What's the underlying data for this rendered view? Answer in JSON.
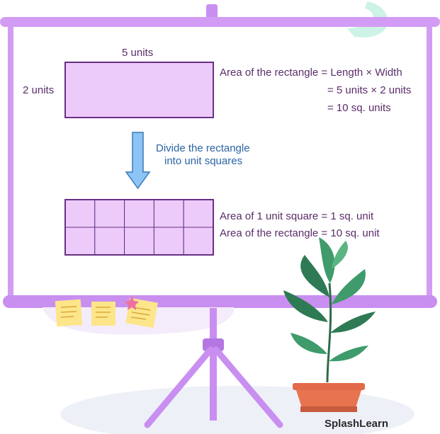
{
  "rect_top": {
    "width_label": "5 units",
    "height_label": "2 units"
  },
  "formula": {
    "line1": "Area of the rectangle = Length × Width",
    "line2": "= 5 units × 2 units",
    "line3": "= 10 sq. units"
  },
  "arrow_caption": {
    "line1": "Divide the rectangle",
    "line2": "into unit squares"
  },
  "grid": {
    "columns": 5,
    "rows": 2
  },
  "grid_text": {
    "line1": "Area of 1 unit square = 1 sq. unit",
    "line2": "Area of the rectangle = 10 sq. unit"
  },
  "brand": {
    "name": "SplashLearn"
  },
  "colors": {
    "board_frame": "#c98ff0",
    "rect_fill": "#eccbfb",
    "rect_stroke": "#6a2f83",
    "arrow_fill": "#8cc4f5",
    "arrow_stroke": "#3d79b8",
    "text": "#5a2d69",
    "caption": "#2a64a3"
  }
}
